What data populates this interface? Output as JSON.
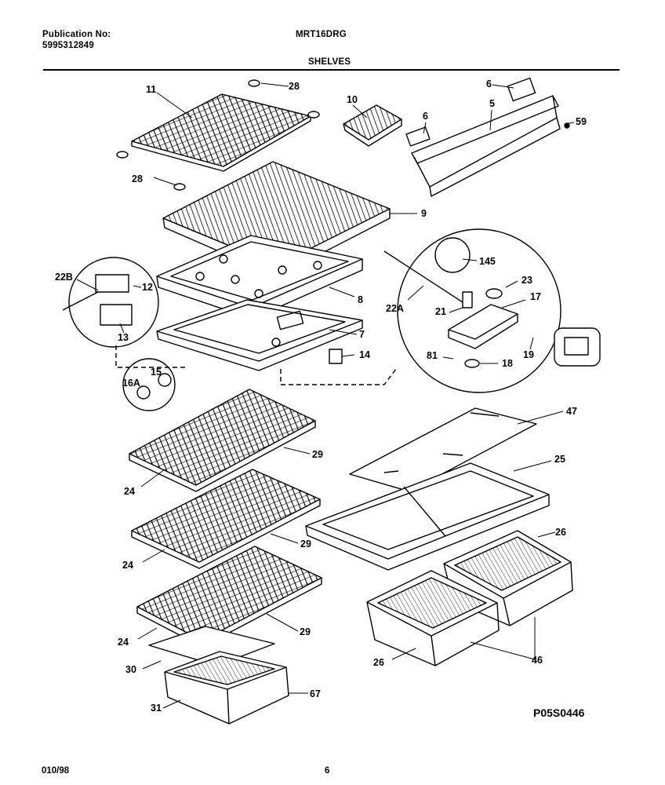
{
  "header": {
    "publication_label": "Publication No:",
    "publication_number": "5995312849",
    "model": "MRT16DRG",
    "section": "SHELVES"
  },
  "footer": {
    "date": "010/98",
    "page": "6"
  },
  "diagram_code": "P05S0446",
  "callouts": {
    "c11": "11",
    "c28a": "28",
    "c28b": "28",
    "c10": "10",
    "c6a": "6",
    "c6b": "6",
    "c5": "5",
    "c59": "59",
    "c9": "9",
    "c22b": "22B",
    "c12": "12",
    "c13": "13",
    "c8": "8",
    "c7": "7",
    "c14": "14",
    "c145": "145",
    "c23": "23",
    "c22a": "22A",
    "c21": "21",
    "c17": "17",
    "c81": "81",
    "c18": "18",
    "c19": "19",
    "c15": "15",
    "c16a": "16A",
    "c47": "47",
    "c25": "25",
    "c29a": "29",
    "c24a": "24",
    "c29b": "29",
    "c24b": "24",
    "c29c": "29",
    "c24c": "24",
    "c26a": "26",
    "c26b": "26",
    "c46": "46",
    "c30": "30",
    "c31": "31",
    "c67": "67"
  }
}
